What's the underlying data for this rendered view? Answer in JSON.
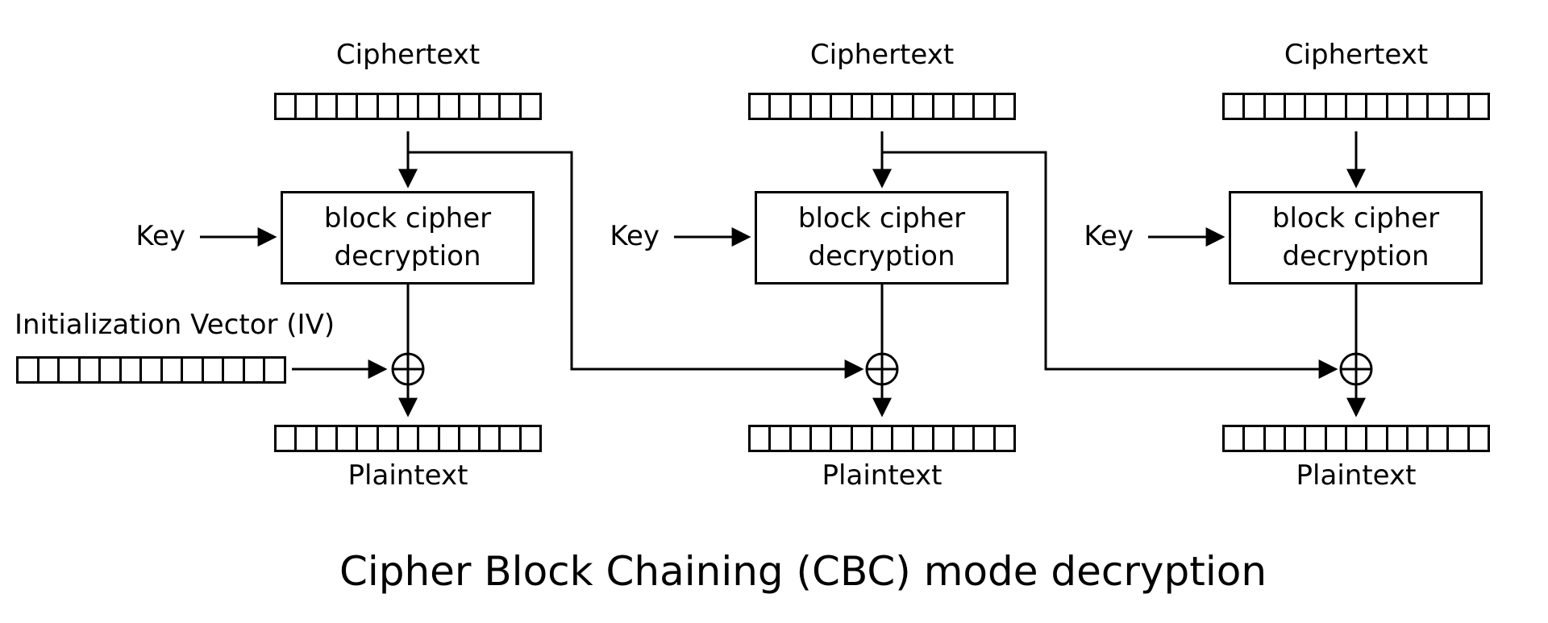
{
  "colors": {
    "ink": "#000000",
    "background": "#ffffff"
  },
  "title": "Cipher Block Chaining (CBC) mode decryption",
  "iv": {
    "label": "Initialization Vector (IV)",
    "cells": 13
  },
  "icons": {
    "xor": "circled-plus"
  },
  "blocks": [
    {
      "input_label": "Ciphertext",
      "key_label": "Key",
      "box_label_line1": "block cipher",
      "box_label_line2": "decryption",
      "output_label": "Plaintext",
      "cells": 13
    },
    {
      "input_label": "Ciphertext",
      "key_label": "Key",
      "box_label_line1": "block cipher",
      "box_label_line2": "decryption",
      "output_label": "Plaintext",
      "cells": 13
    },
    {
      "input_label": "Ciphertext",
      "key_label": "Key",
      "box_label_line1": "block cipher",
      "box_label_line2": "decryption",
      "output_label": "Plaintext",
      "cells": 13
    }
  ]
}
